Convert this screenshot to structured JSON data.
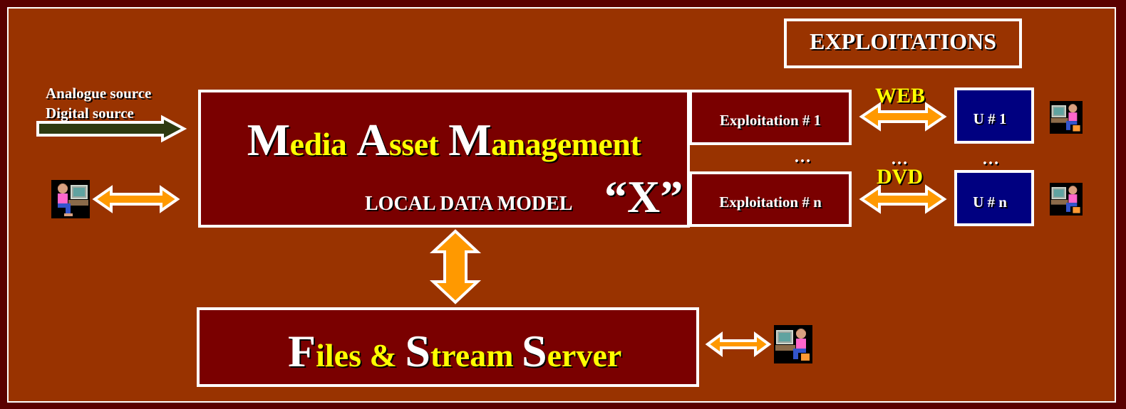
{
  "sources": {
    "line1": "Analogue source",
    "line2": "Digital source"
  },
  "exploitations_title": "EXPLOITATIONS",
  "mam": {
    "w1_cap": "M",
    "w1_rest": "edia",
    "w2_cap": "A",
    "w2_rest": "sset",
    "w3_cap": "M",
    "w3_rest": "anagement",
    "subtitle": "LOCAL DATA MODEL",
    "model": "“X”"
  },
  "exploitations": [
    {
      "label": "Exploitation # 1",
      "channel": "WEB",
      "user": "U # 1"
    },
    {
      "label": "Exploitation # n",
      "channel": "DVD",
      "user": "U # n"
    }
  ],
  "ellipsis": "…",
  "server": {
    "w1_cap": "F",
    "w1_rest": "iles",
    "amp": "&",
    "w2_cap": "S",
    "w2_rest": "tream",
    "w3_cap": "S",
    "w3_rest": "erver"
  },
  "colors": {
    "background": "#993300",
    "box_fill": "#7a0000",
    "user_box_fill": "#000080",
    "arrow_fill": "#ff9900",
    "source_arrow_fill": "#2e3a10",
    "accent_text": "#ffff00"
  },
  "icons": {
    "user": "person-at-computer-icon"
  }
}
